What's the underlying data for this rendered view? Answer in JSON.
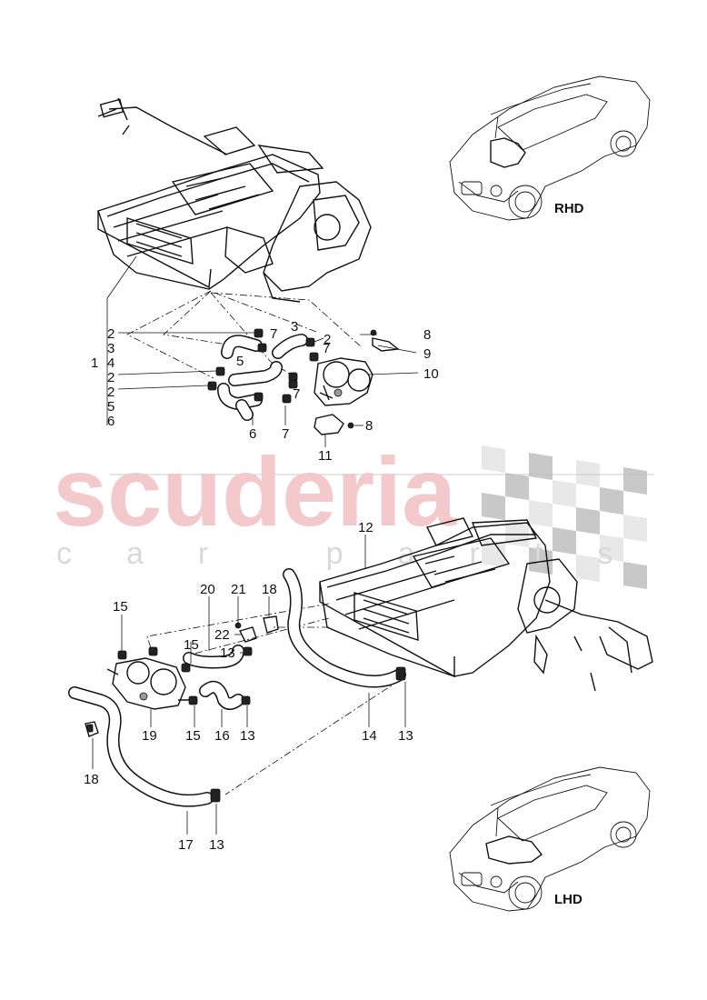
{
  "watermark": {
    "brand": "scuderia",
    "subtitle": "car parts",
    "flag_colors": [
      "#e8e8e8",
      "#c8c8c8"
    ]
  },
  "variants": {
    "rhd": {
      "label": "RHD"
    },
    "lhd": {
      "label": "LHD"
    }
  },
  "callouts_top": [
    {
      "id": "c1",
      "text": "1"
    },
    {
      "id": "c2a",
      "text": "2"
    },
    {
      "id": "c3a",
      "text": "3"
    },
    {
      "id": "c4",
      "text": "4"
    },
    {
      "id": "c2b",
      "text": "2"
    },
    {
      "id": "c2c",
      "text": "2"
    },
    {
      "id": "c5a",
      "text": "5"
    },
    {
      "id": "c6a",
      "text": "6"
    },
    {
      "id": "c7a",
      "text": "7"
    },
    {
      "id": "c5b",
      "text": "5"
    },
    {
      "id": "c6b",
      "text": "6"
    },
    {
      "id": "c3b",
      "text": "3"
    },
    {
      "id": "c7b",
      "text": "7"
    },
    {
      "id": "c7c",
      "text": "7"
    },
    {
      "id": "c7d",
      "text": "7"
    },
    {
      "id": "c2d",
      "text": "2"
    },
    {
      "id": "c8a",
      "text": "8"
    },
    {
      "id": "c9",
      "text": "9"
    },
    {
      "id": "c10",
      "text": "10"
    },
    {
      "id": "c8b",
      "text": "8"
    },
    {
      "id": "c11",
      "text": "11"
    }
  ],
  "callouts_bottom": [
    {
      "id": "c12",
      "text": "12"
    },
    {
      "id": "c20",
      "text": "20"
    },
    {
      "id": "c21",
      "text": "21"
    },
    {
      "id": "c18a",
      "text": "18"
    },
    {
      "id": "c22",
      "text": "22"
    },
    {
      "id": "c15a",
      "text": "15"
    },
    {
      "id": "c15b",
      "text": "15"
    },
    {
      "id": "c13a",
      "text": "13"
    },
    {
      "id": "c19",
      "text": "19"
    },
    {
      "id": "c15c",
      "text": "15"
    },
    {
      "id": "c16",
      "text": "16"
    },
    {
      "id": "c13b",
      "text": "13"
    },
    {
      "id": "c14",
      "text": "14"
    },
    {
      "id": "c13c",
      "text": "13"
    },
    {
      "id": "c18b",
      "text": "18"
    },
    {
      "id": "c17",
      "text": "17"
    },
    {
      "id": "c13d",
      "text": "13"
    }
  ]
}
